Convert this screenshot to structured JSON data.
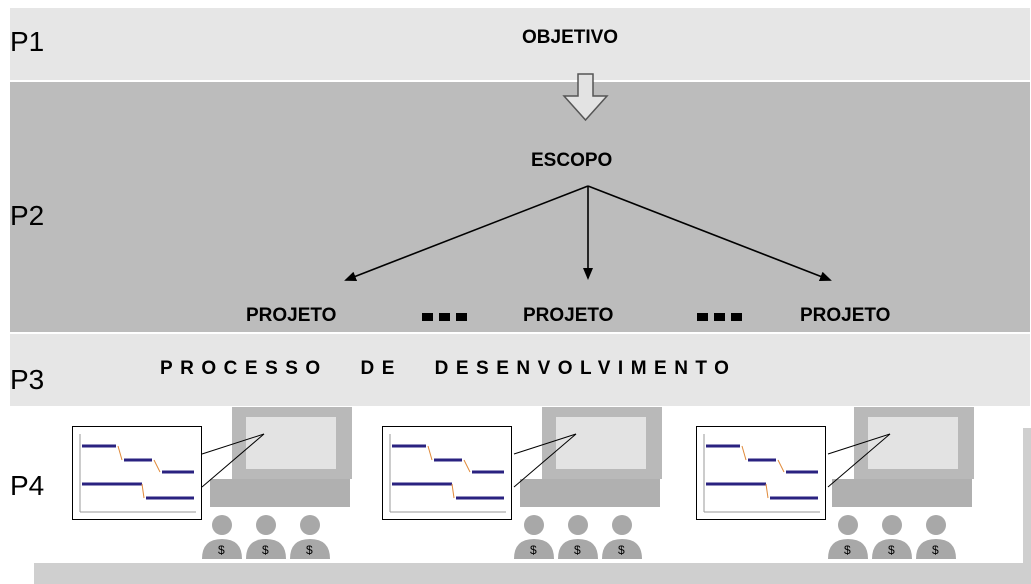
{
  "levels": {
    "p1": "P1",
    "p2": "P2",
    "p3": "P3",
    "p4": "P4"
  },
  "objetivo": "OBJETIVO",
  "escopo": "ESCOPO",
  "projects": [
    "PROJETO",
    "PROJETO",
    "PROJETO"
  ],
  "processo": "PROCESSO DE DESENVOLVIMENTO",
  "currency": "$",
  "colors": {
    "band_light": "#e6e6e6",
    "band_dark": "#bcbcbc",
    "gantt_bar": "#2a2280",
    "gantt_link": "#e08a3a",
    "faded_icon": "#b0b0b0"
  },
  "icons": [
    "down-arrow-icon",
    "computer-icon",
    "person-icon",
    "gantt-chart-icon"
  ]
}
